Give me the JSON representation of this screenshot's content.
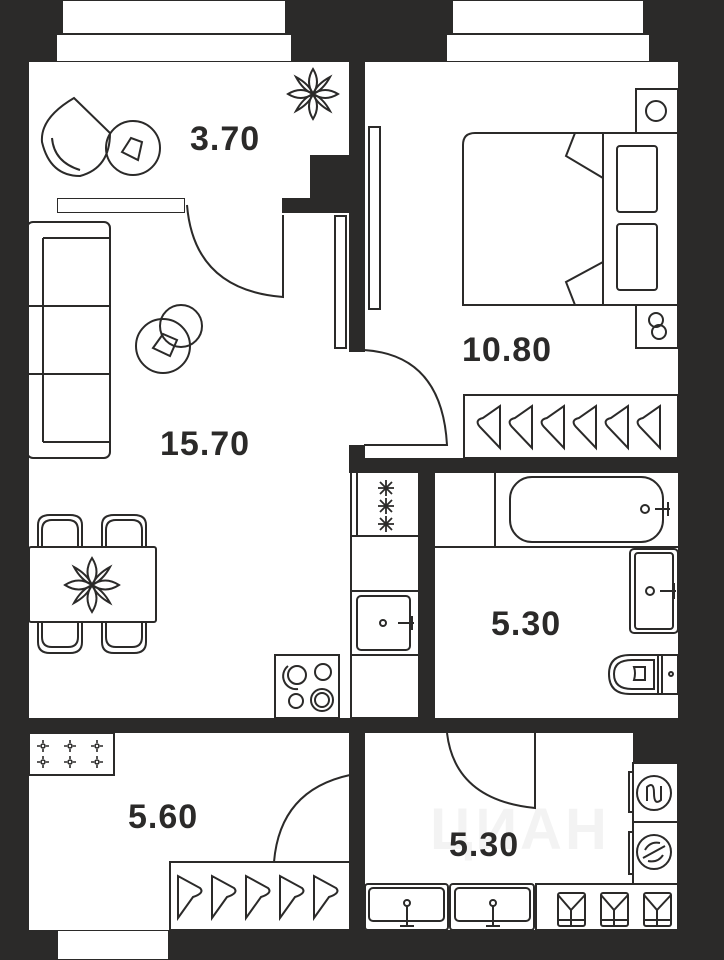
{
  "plan": {
    "colors": {
      "wall": "#2b2a29",
      "floor": "#ffffff",
      "line": "#2b2a29"
    },
    "rooms": [
      {
        "id": "balcony",
        "label": "3.70"
      },
      {
        "id": "bedroom",
        "label": "10.80"
      },
      {
        "id": "living-kitchen",
        "label": "15.70"
      },
      {
        "id": "bathroom",
        "label": "5.30"
      },
      {
        "id": "entry-hall",
        "label": "5.60"
      },
      {
        "id": "laundry-hall",
        "label": "5.30"
      }
    ],
    "watermark": "ЦИАН",
    "icons": [
      "armchair-icon",
      "round-table-icon",
      "flower-icon",
      "bed-icon",
      "nightstand-icon",
      "wardrobe-hangers-icon",
      "sofa-icon",
      "coffee-table-icon",
      "dining-table-icon",
      "chairs-icon",
      "range-hood-icon",
      "kitchen-sink-icon",
      "stove-icon",
      "bathtub-icon",
      "washbasin-icon",
      "toilet-icon",
      "washing-machine-icon",
      "dryer-icon",
      "double-sink-icon",
      "shirts-shelf-icon",
      "shoe-rack-icon",
      "door-swing-icon",
      "window-icon"
    ]
  }
}
